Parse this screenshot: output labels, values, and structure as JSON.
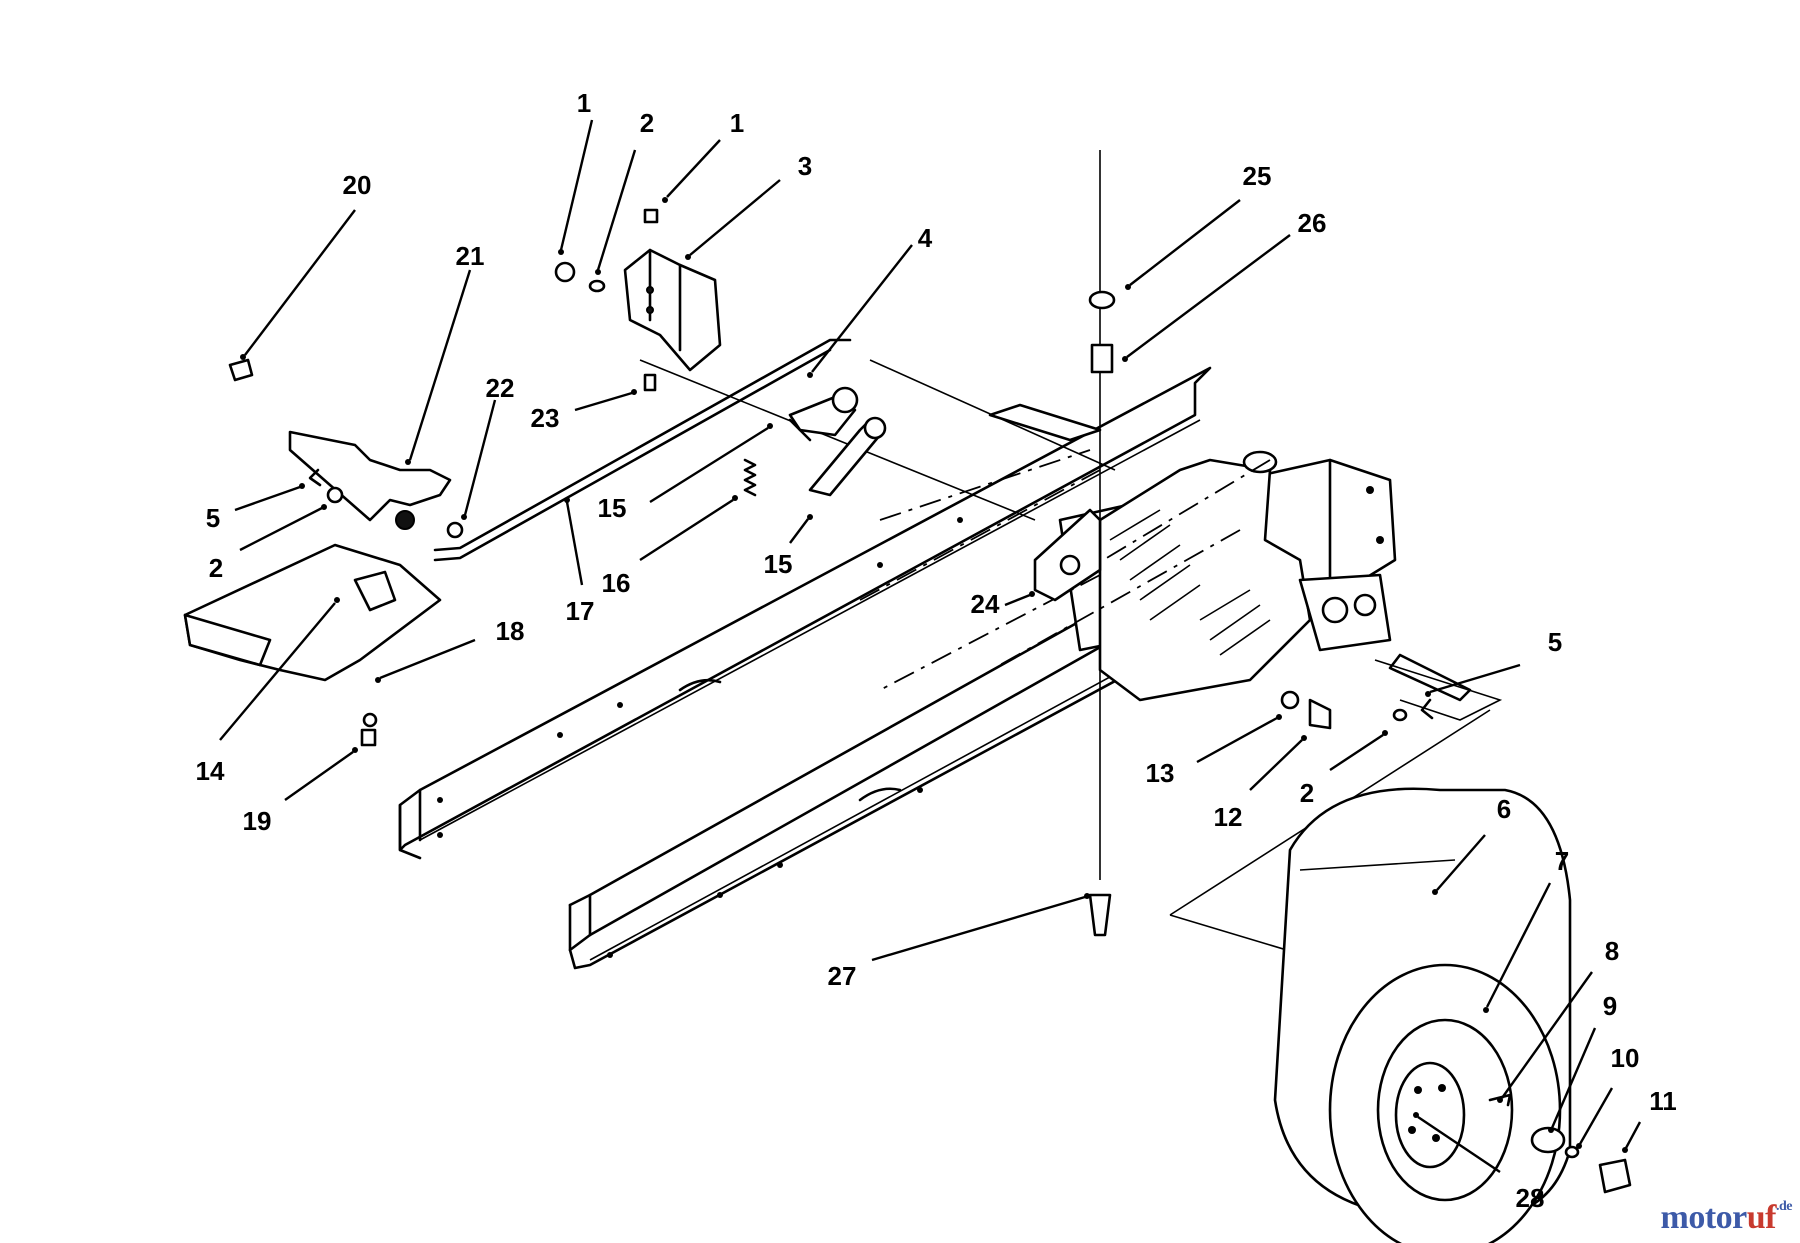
{
  "diagram": {
    "callouts": [
      "1",
      "2",
      "1",
      "3",
      "20",
      "21",
      "22",
      "23",
      "4",
      "5",
      "2",
      "15",
      "16",
      "15",
      "17",
      "14",
      "18",
      "19",
      "25",
      "26",
      "24",
      "13",
      "12",
      "2",
      "5",
      "6",
      "7",
      "8",
      "9",
      "10",
      "11",
      "27",
      "28"
    ]
  },
  "watermark": {
    "part1": "motor",
    "part2": "uf",
    "suffix": ".de"
  }
}
